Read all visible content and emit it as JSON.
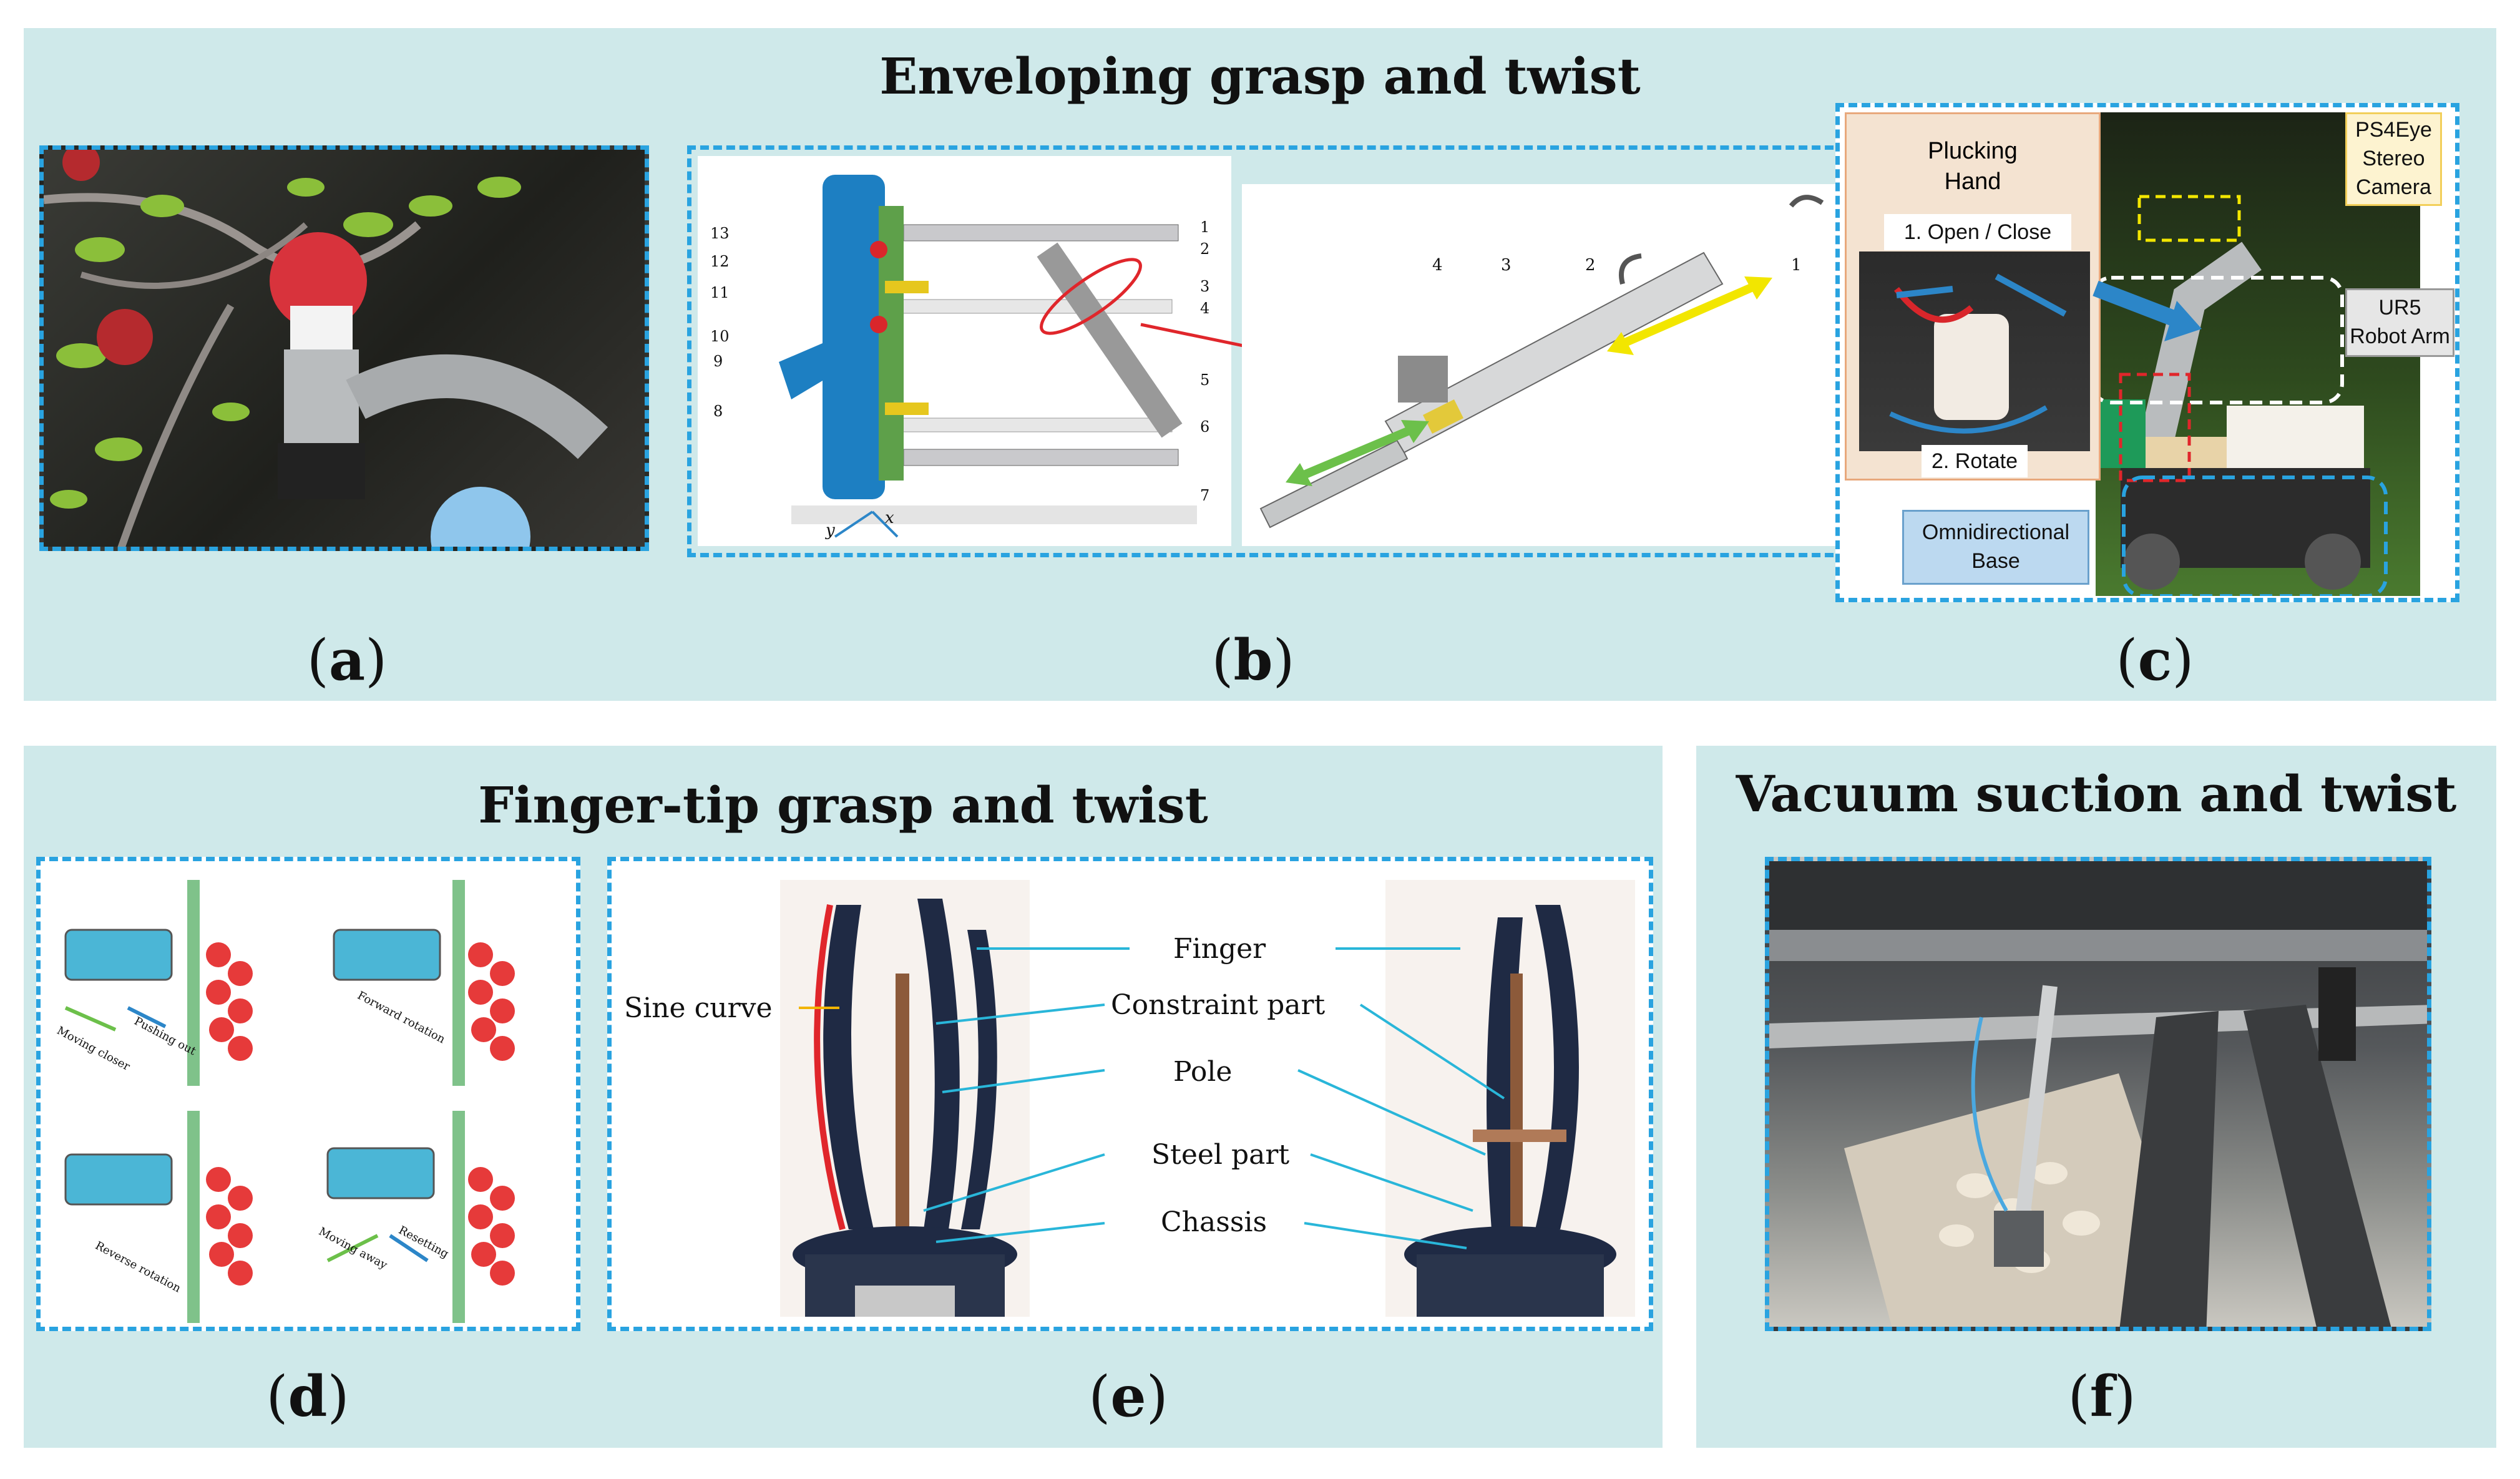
{
  "top_panel": {
    "title": "Enveloping grasp and twist",
    "captions": {
      "a": "a",
      "b": "b",
      "c": "c"
    }
  },
  "panel_b": {
    "part_numbers_left": [
      "13",
      "12",
      "11",
      "10",
      "9",
      "8"
    ],
    "part_numbers_right": [
      "1",
      "2",
      "3",
      "4",
      "5",
      "6",
      "7"
    ],
    "axes": {
      "x": "x",
      "y": "y"
    },
    "detail_numbers": [
      "4",
      "3",
      "2",
      "1"
    ]
  },
  "panel_c": {
    "plucking_hand": "Plucking\nHand",
    "open_close": "1. Open / Close",
    "rotate": "2. Rotate",
    "camera": "PS4Eye\nStereo\nCamera",
    "arm": "UR5\nRobot Arm",
    "base": "Omnidirectional\nBase"
  },
  "mid_left_panel": {
    "title": "Finger-tip grasp and twist",
    "captions": {
      "d": "d",
      "e": "e"
    }
  },
  "panel_d": {
    "steps": [
      "Moving closer",
      "Pushing out",
      "Forward rotation",
      "Reverse rotation",
      "Moving away",
      "Resetting"
    ]
  },
  "panel_e": {
    "sine_curve": "Sine curve",
    "finger": "Finger",
    "constraint_part": "Constraint part",
    "pole": "Pole",
    "steel_part": "Steel part",
    "chassis": "Chassis"
  },
  "right_panel": {
    "title": "Vacuum suction and twist",
    "captions": {
      "f": "f"
    }
  },
  "colors": {
    "panel_bg": "#cfe9ea",
    "dash_border": "#29a3e0",
    "highlight_red": "#e0262b",
    "arrow_yellow": "#f2e600",
    "arrow_green": "#6cc04a",
    "arrow_blue": "#2c86c8"
  }
}
